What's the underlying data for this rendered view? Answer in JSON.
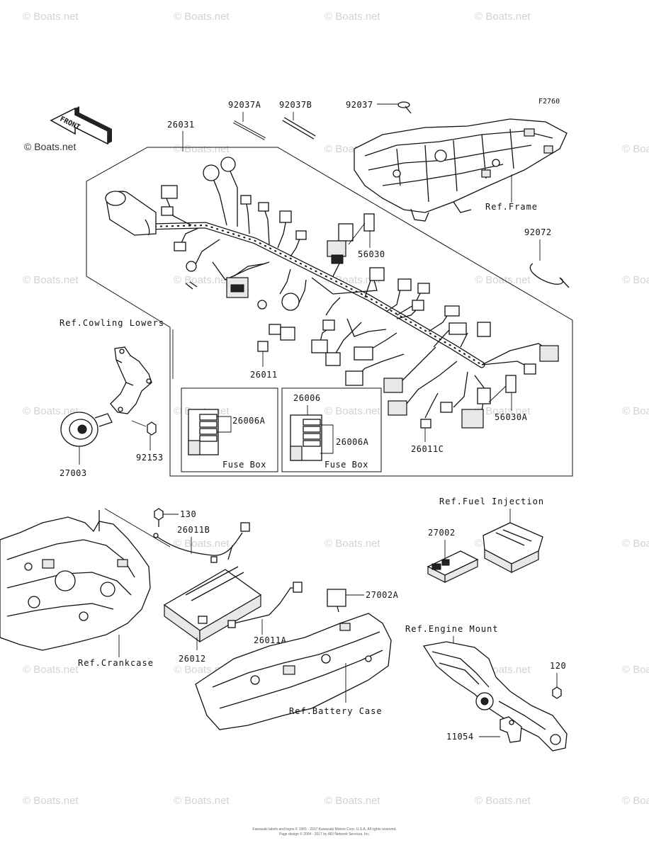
{
  "figure_code": "F2760",
  "front_arrow_text": "FRONT",
  "watermark_text": "© Boats.net",
  "copyright_line_1": "Kawasaki labels and logos © 1965 - 2017 Kawasaki Motors Corp. U.S.A. All rights reserved.",
  "copyright_line_2": "Page design © 2004 - 2017 by ARI Network Services, Inc.",
  "parts": {
    "p92037A": "92037A",
    "p92037B": "92037B",
    "p92037": "92037",
    "p26031": "26031",
    "p92072": "92072",
    "p56030": "56030",
    "p56030A": "56030A",
    "p26011": "26011",
    "p26011C": "26011C",
    "p26006_left_A": "26006A",
    "p26006": "26006",
    "p26006_right_A": "26006A",
    "p92153": "92153",
    "p27003": "27003",
    "p130": "130",
    "p26011B": "26011B",
    "p27002": "27002",
    "p27002A": "27002A",
    "p26011A": "26011A",
    "p26012": "26012",
    "p120": "120",
    "p11054": "11054"
  },
  "refs": {
    "frame": "Ref.Frame",
    "cowling_lowers": "Ref.Cowling Lowers",
    "fuel_injection": "Ref.Fuel Injection",
    "engine_mount": "Ref.Engine Mount",
    "crankcase": "Ref.Crankcase",
    "battery_case": "Ref.Battery Case"
  },
  "fuse_box_label_left": "Fuse Box",
  "fuse_box_label_right": "Fuse Box"
}
